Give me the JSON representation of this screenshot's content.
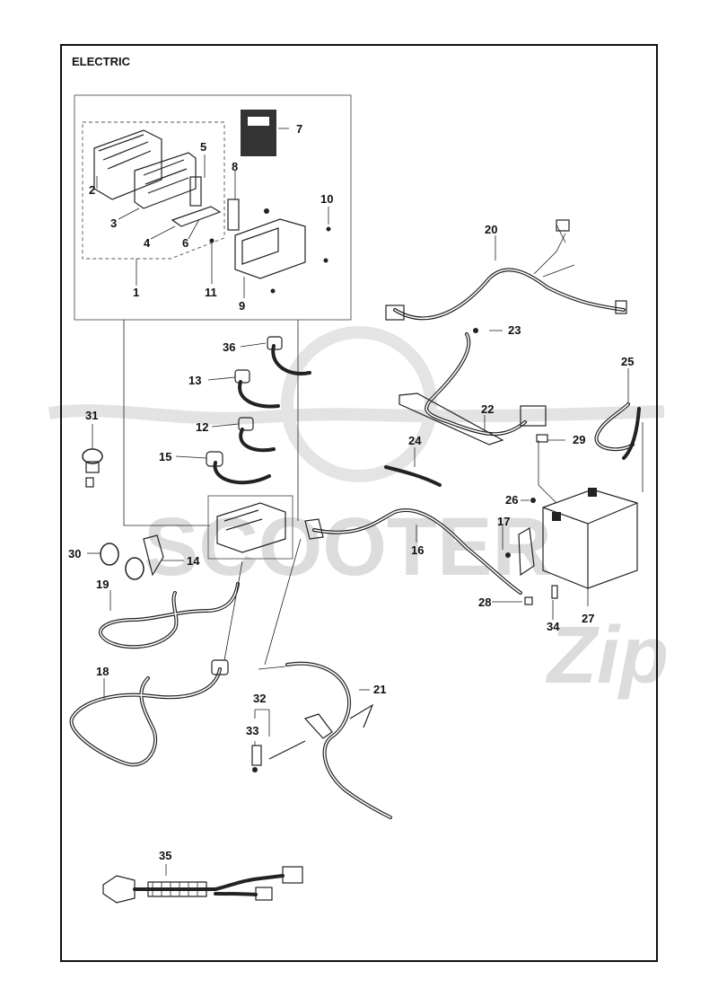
{
  "page_title": "ELECTRIC",
  "watermark": "SCOOTER",
  "watermark_script": "Zip",
  "accent_color": "#222222",
  "callouts": [
    "1",
    "2",
    "3",
    "4",
    "5",
    "6",
    "7",
    "8",
    "9",
    "10",
    "11",
    "12",
    "13",
    "14",
    "15",
    "16",
    "17",
    "18",
    "19",
    "20",
    "21",
    "22",
    "23",
    "24",
    "25",
    "26",
    "27",
    "28",
    "29",
    "30",
    "31",
    "32",
    "33",
    "34",
    "35",
    "36"
  ]
}
